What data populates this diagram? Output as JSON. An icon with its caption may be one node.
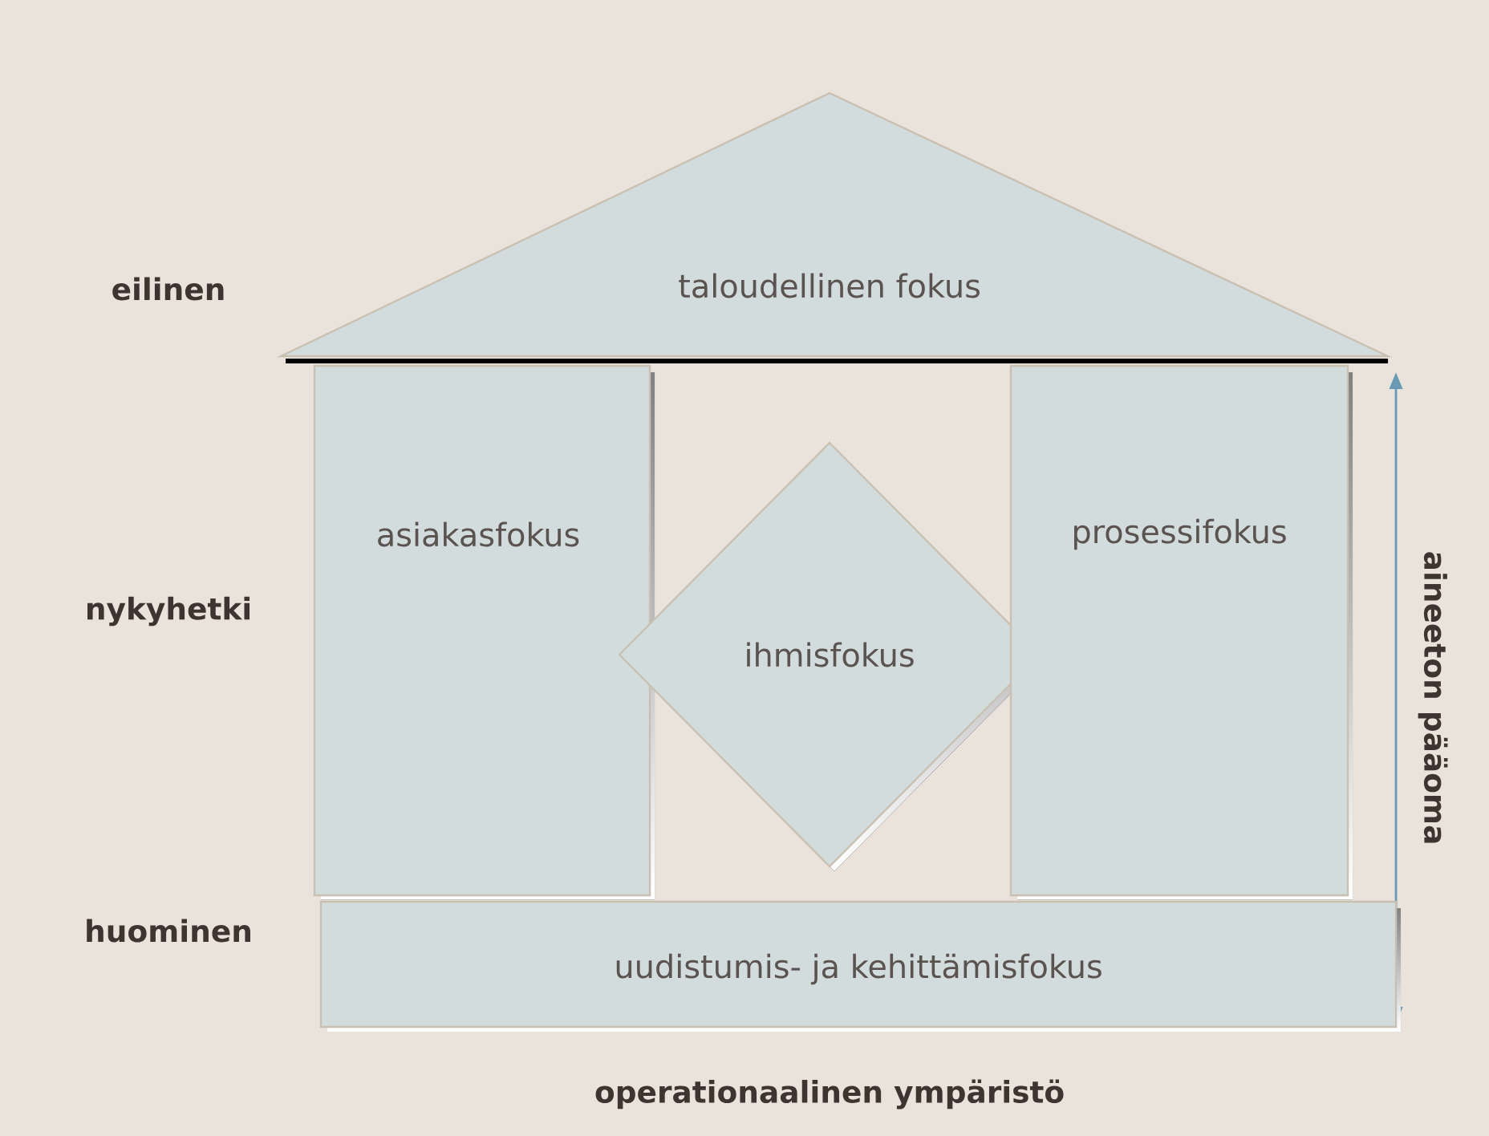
{
  "diagram": {
    "nodes": [
      {
        "text": [
          "taloudellinen fokus"
        ]
      },
      {
        "text": [
          "asiakasfokus"
        ]
      },
      {
        "text": [
          "ihmisfokus"
        ]
      },
      {
        "text": [
          "prosessifokus"
        ]
      },
      {
        "text": [
          "uudistumis- ja kehittämisfokus"
        ]
      }
    ],
    "labels": [
      "eilinen",
      "nykyhetki",
      "aineeton pääoma",
      "huominen",
      "operationaalinen ympäristö"
    ]
  }
}
